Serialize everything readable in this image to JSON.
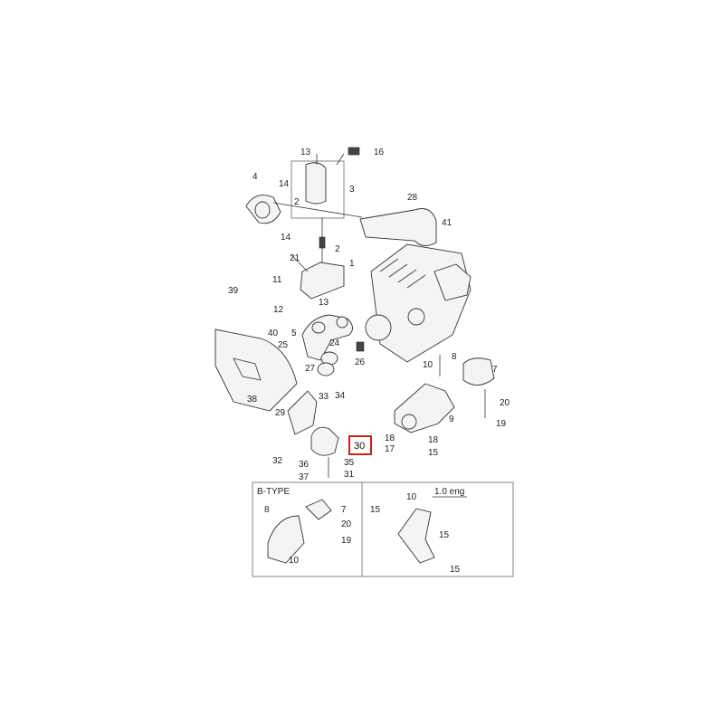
{
  "diagram": {
    "callouts": {
      "c13": "13",
      "c16": "16",
      "c4": "4",
      "c14a": "14",
      "c3": "3",
      "c2a": "2",
      "c14b": "14",
      "c28": "28",
      "c41": "41",
      "c2b": "2",
      "c21": "21",
      "c1": "1",
      "c11": "11",
      "c39": "39",
      "c12": "12",
      "c13b": "13",
      "c5": "5",
      "c40": "40",
      "c25": "25",
      "c24": "24",
      "c26": "26",
      "c27": "27",
      "c8": "8",
      "c10": "10",
      "c7": "7",
      "c38": "38",
      "c33": "33",
      "c34": "34",
      "c29": "29",
      "c20": "20",
      "c9": "9",
      "c19": "19",
      "c32": "32",
      "c18a": "18",
      "c18b": "18",
      "c17": "17",
      "c15": "15",
      "c36": "36",
      "c35": "35",
      "c37": "37",
      "c31": "31",
      "highlighted": "30"
    },
    "btype": {
      "title": "B-TYPE",
      "c8": "8",
      "c7": "7",
      "c20": "20",
      "c19": "19",
      "c10": "10"
    },
    "eng": {
      "title": "1.0 eng",
      "c10": "10",
      "c15a": "15",
      "c15b": "15",
      "c15c": "15"
    },
    "colors": {
      "highlight": "#d0201a",
      "line": "#333333"
    }
  }
}
